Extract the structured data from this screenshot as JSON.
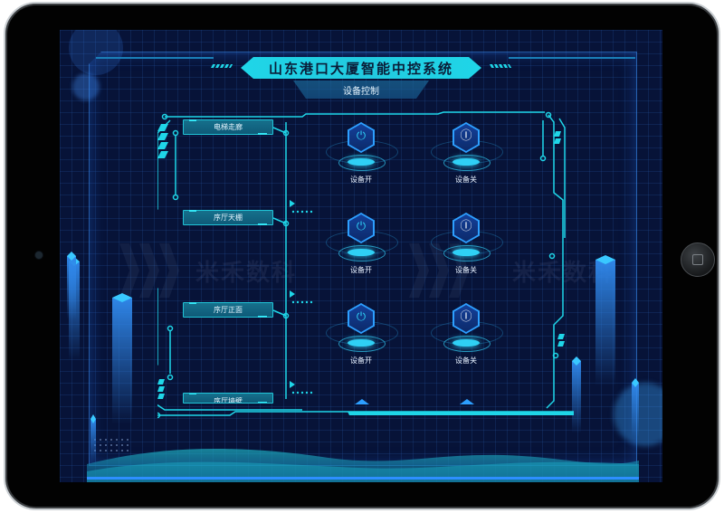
{
  "app": {
    "title": "山东港口大厦智能中控系统",
    "subtitle": "设备控制"
  },
  "zones": [
    {
      "label": "电梯走廊"
    },
    {
      "label": "序厅天棚"
    },
    {
      "label": "序厅正面"
    },
    {
      "label": "序厅墙壁"
    }
  ],
  "controls": {
    "on_label": "设备开",
    "off_label": "设备关",
    "on_icon": "power-icon",
    "off_icon": "power-off-icon",
    "on_glyph": "⏻",
    "off_glyph": "Ⓘ"
  },
  "watermark": {
    "text": "米禾数科"
  },
  "colors": {
    "background": "#071338",
    "accent_cyan": "#1fd6e8",
    "accent_blue": "#2d9fff",
    "on_glyph": "#2fd0f5",
    "off_glyph": "#ffffff"
  }
}
